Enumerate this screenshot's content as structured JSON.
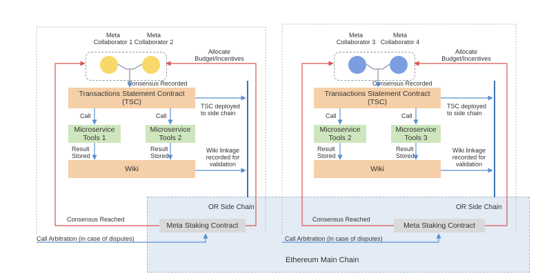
{
  "colors": {
    "contract_fill": "#f5cfa8",
    "wiki_fill": "#f5cfa8",
    "microservice_fill": "#cde6bd",
    "staking_fill": "#d9d9d9",
    "main_chain_fill": "#e3ecf5",
    "side_chain_line": "#3b6fb3",
    "red_line": "#d9534f",
    "blue_arrow": "#5a8fd0",
    "yellow_node": "#f8d86a",
    "blue_node": "#7b9ee0"
  },
  "main_chain": {
    "label": "Ethereum Main Chain"
  },
  "panels": [
    {
      "collaborator_a": "Meta\nCollaborator 1",
      "collaborator_b": "Meta\nCollaborator 2",
      "node_color": "yellow",
      "allocate": "Allocate\nBudget/Incentives",
      "consensus_recorded": "Consensus Recorded",
      "tsc": "Transactions Statement Contract\n(TSC)",
      "tsc_deployed": "TSC deployed\nto side chain",
      "call_a": "Call",
      "call_b": "Call",
      "micro_a": "Microservice\nTools 1",
      "micro_b": "Microservice\nTools 2",
      "result_a": "Result\nStored",
      "result_b": "Result\nStored",
      "wiki": "Wiki",
      "wiki_linkage": "Wiki linkage\nrecorded for\nvalidation",
      "side_chain": "OR Side Chain",
      "consensus_reached": "Consensus Reached",
      "staking": "Meta Staking Contract",
      "arbitration": "Call Arbitration (in case of disputes)"
    },
    {
      "collaborator_a": "Meta\nCollaborator 3",
      "collaborator_b": "Meta\nCollaborator 4",
      "node_color": "blue",
      "allocate": "Allocate\nBudget/Incentives",
      "consensus_recorded": "Consensus Recorded",
      "tsc": "Transactions Statement Contract\n(TSC)",
      "tsc_deployed": "TSC deployed\nto side chain",
      "call_a": "Call",
      "call_b": "Call",
      "micro_a": "Microservice\nTools 2",
      "micro_b": "Microservice\nTools 3",
      "result_a": "Result\nStored",
      "result_b": "Result\nStored",
      "wiki": "Wiki",
      "wiki_linkage": "Wiki linkage\nrecorded for\nvalidation",
      "side_chain": "OR Side Chain",
      "consensus_reached": "Consensus Reached",
      "staking": "Meta Staking Contract",
      "arbitration": "Call Arbitration (in case of disputes)"
    }
  ]
}
